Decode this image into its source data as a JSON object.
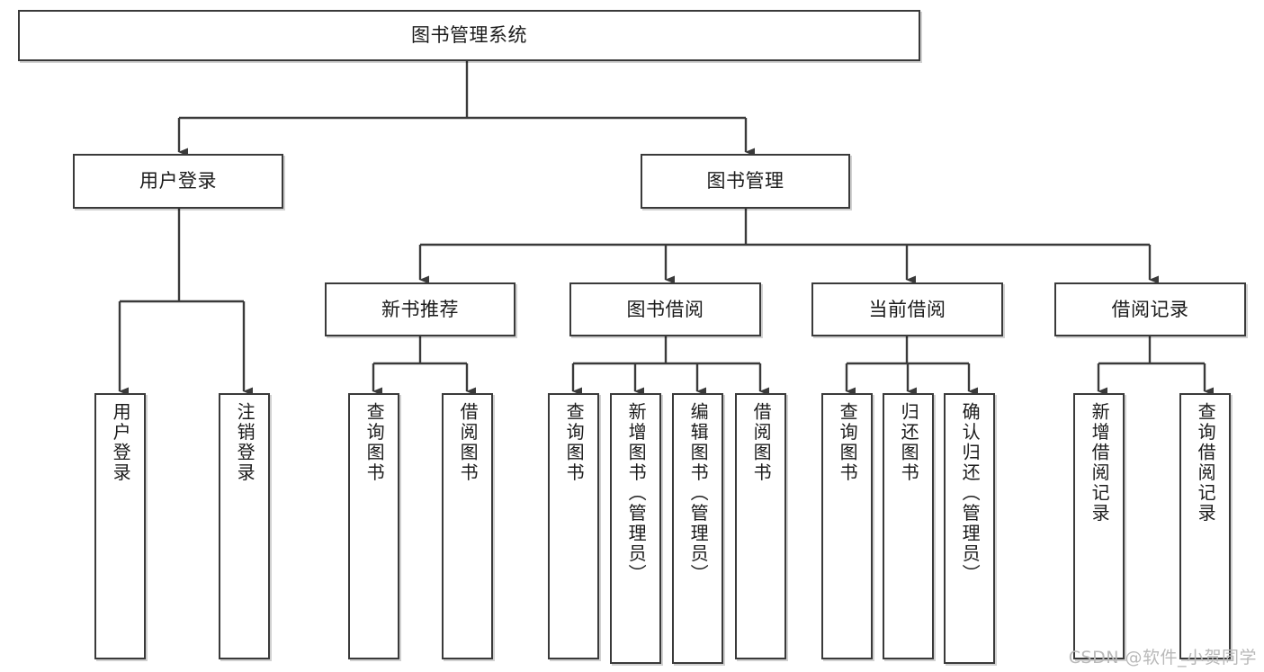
{
  "diagram": {
    "title": "图书管理系统",
    "type": "tree-hierarchy-diagram",
    "watermark": "CSDN @软件_小贺同学",
    "colors": {
      "box_border": "#3a3a3a",
      "box_fill": "#ffffff",
      "text": "#1b1b1b",
      "edge": "#3a3a3a",
      "watermark": "#b9b9b9"
    },
    "root": {
      "label": "图书管理系统"
    },
    "level2": [
      {
        "label": "用户登录"
      },
      {
        "label": "图书管理"
      }
    ],
    "level3": [
      {
        "label": "新书推荐"
      },
      {
        "label": "图书借阅"
      },
      {
        "label": "当前借阅"
      },
      {
        "label": "借阅记录"
      }
    ],
    "leaves": {
      "user_login": [
        {
          "label": "用户登录"
        },
        {
          "label": "注销登录"
        }
      ],
      "new_book_recommend": [
        {
          "label": "查询图书"
        },
        {
          "label": "借阅图书"
        }
      ],
      "book_borrow": [
        {
          "label": "查询图书"
        },
        {
          "label": "新增图书（管理员）"
        },
        {
          "label": "编辑图书（管理员）"
        },
        {
          "label": "借阅图书"
        }
      ],
      "current_borrow": [
        {
          "label": "查询图书"
        },
        {
          "label": "归还图书"
        },
        {
          "label": "确认归还（管理员）"
        }
      ],
      "borrow_record": [
        {
          "label": "新增借阅记录"
        },
        {
          "label": "查询借阅记录"
        }
      ]
    }
  }
}
